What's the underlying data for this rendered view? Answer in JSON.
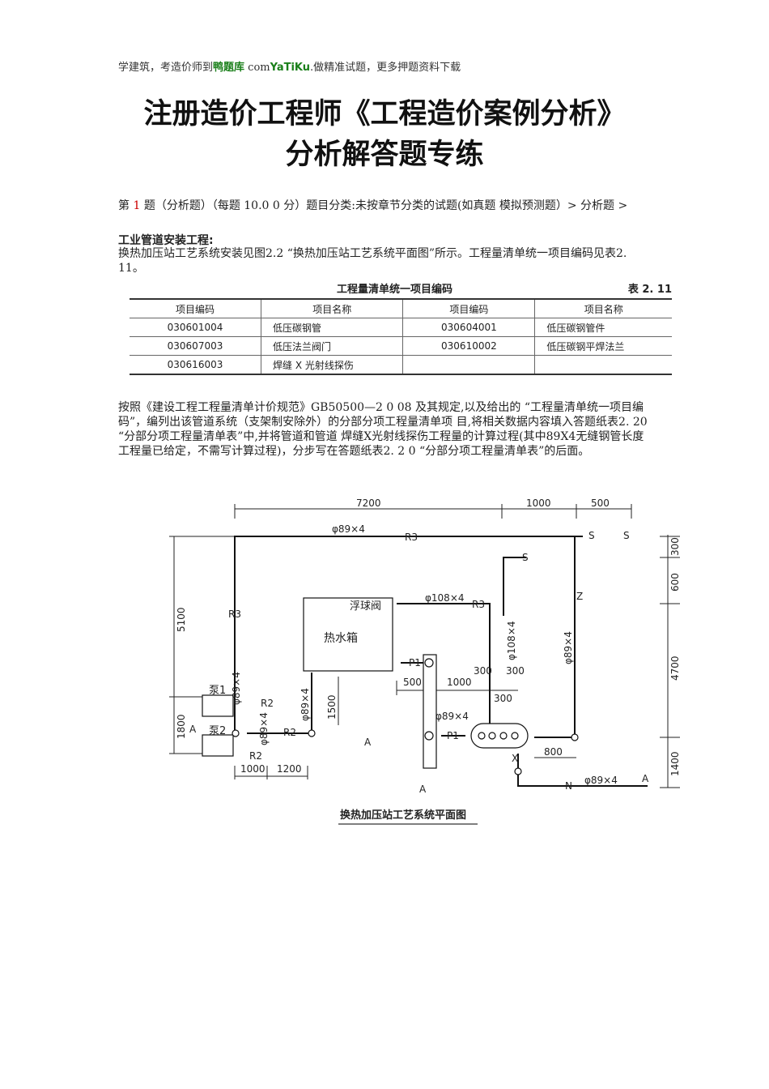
{
  "header": {
    "prefix": "学建筑，考造价师到",
    "brand": "鸭题库",
    "brand_en_pre": " com",
    "brand_en": "YaTiKu",
    "suffix": ".做精准试题，更多押题资料下载"
  },
  "title": {
    "line1": "注册造价工程师《工程造价案例分析》",
    "line2": "分析解答题专练"
  },
  "question_meta": {
    "prefix": "第 ",
    "number": "1",
    "rest": " 题（分析题）（每题  10.0 0  分）题目分类:未按章节分类的试题(如真题 模拟预测题）> 分析题 >"
  },
  "section_title": "工业管道安装工程:",
  "paragraph1": "换热加压站工艺系统安装见图2.2  “换热加压站工艺系统平面图”所示。工程量清单统一项目编码见表2. 11。",
  "code_table": {
    "caption": "工程量清单统一项目编码",
    "table_no": "表 2. 11",
    "headers": [
      "项目编码",
      "项目名称",
      "项目编码",
      "项目名称"
    ],
    "rows": [
      [
        "030601004",
        "低压碳钢管",
        "030604001",
        "低压碳钢管件"
      ],
      [
        "030607003",
        "低压法兰阀门",
        "030610002",
        "低压碳钢平焊法兰"
      ],
      [
        "030616003",
        "焊缝 X 光射线探伤",
        "",
        ""
      ]
    ]
  },
  "paragraph2": "按照《建设工程工程量清单计价规范》GB50500—2 0 08  及其规定,以及给出的 “工程量清单统一项目编码”，编列出该管道系统（支架制安除外）的分部分项工程量清单项  目,将相关数据内容填入答题纸表2.  20 “分部分项工程量清单表”中,并将管道和管道  焊缝X光射线探伤工程量的计算过程(其中89X4无缝钢管长度工程量已给定，不需写计算过程)，分步写在答题纸表2.   2 0  “分部分项工程量清单表”的后面。",
  "diagram": {
    "caption": "换热加压站工艺系统平面图",
    "dims_top": [
      "7200",
      "1000",
      "500"
    ],
    "dims_left": [
      "5100",
      "1800"
    ],
    "dims_right": [
      "300",
      "600",
      "4700",
      "1400"
    ],
    "dims_bottom": [
      "1000",
      "1200",
      "800"
    ],
    "dims_mid": [
      "500",
      "1000",
      "300",
      "300",
      "300",
      "1500"
    ],
    "pipe_labels": [
      "φ89×4",
      "φ108×4",
      "φ108×4",
      "φ89×4",
      "φ89×4",
      "φ89×4",
      "φ89×4",
      "φ89×4",
      "φ89×4"
    ],
    "tags": [
      "R3",
      "R3",
      "R3",
      "R2",
      "R2",
      "R2",
      "S",
      "S",
      "S",
      "Z",
      "N",
      "X",
      "P1",
      "P1",
      "A",
      "A",
      "A",
      "A"
    ],
    "equipment": {
      "tank": "热水箱",
      "float_valve": "浮球阀",
      "pump1": "泵1",
      "pump2": "泵2"
    }
  }
}
